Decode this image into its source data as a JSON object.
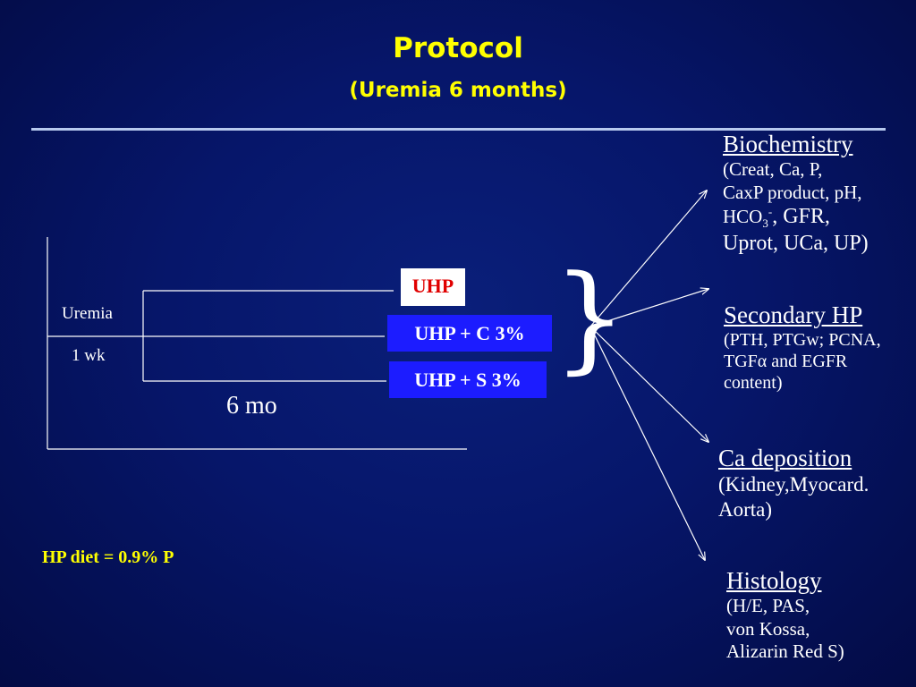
{
  "title": "Protocol",
  "subtitle": "(Uremia 6 months)",
  "timeline": {
    "uremia_label": "Uremia",
    "duration_label": "1 wk",
    "period_label": "6 mo"
  },
  "groups": [
    {
      "label": "UHP",
      "color": "#ffffff",
      "text_color": "#e00000"
    },
    {
      "label": "UHP + C 3%",
      "color": "#1c1cff",
      "text_color": "#ffffff"
    },
    {
      "label": "UHP + S 3%",
      "color": "#1c1cff",
      "text_color": "#ffffff"
    }
  ],
  "outcomes": [
    {
      "heading": "Biochemistry",
      "line1": "(Creat, Ca, P,",
      "line2": "CaxP product, pH,",
      "line3_a": "HCO",
      "line3_sub": "3",
      "line3_sup": "-",
      "line3_b": ", GFR,",
      "line4": "Uprot, UCa, UP)"
    },
    {
      "heading": "Secondary HP",
      "line1": "(PTH, PTGw; PCNA,",
      "line2": "TGFα and EGFR",
      "line3": "content)"
    },
    {
      "heading": "Ca deposition",
      "line1": "(Kidney,Myocard.",
      "line2": "Aorta)"
    },
    {
      "heading": "Histology",
      "line1": "(H/E, PAS,",
      "line2": "von Kossa,",
      "line3": "Alizarin Red S)"
    }
  ],
  "diet_note": "HP diet = 0.9% P",
  "colors": {
    "title": "#ffff00",
    "background": "#06166a",
    "rule": "#b7c9ee"
  }
}
